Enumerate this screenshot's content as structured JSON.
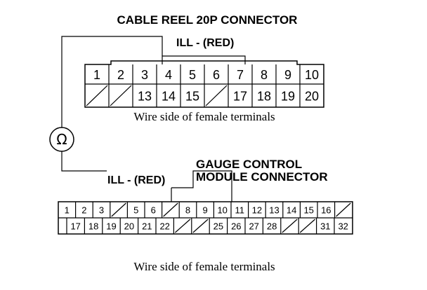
{
  "cable_reel": {
    "title": "CABLE REEL 20P CONNECTOR",
    "ill_label": "ILL - (RED)",
    "caption": "Wire side of female terminals",
    "top_row": [
      "1",
      "2",
      "3",
      "4",
      "5",
      "6",
      "7",
      "8",
      "9",
      "10"
    ],
    "bottom_row": [
      "",
      "",
      "13",
      "14",
      "15",
      "",
      "17",
      "18",
      "19",
      "20"
    ]
  },
  "meter": {
    "symbol": "Ω"
  },
  "gauge_module": {
    "title_line1": "GAUGE CONTROL",
    "title_line2": "MODULE CONNECTOR",
    "ill_label": "ILL - (RED)",
    "caption": "Wire side of female terminals",
    "top_row": [
      "1",
      "2",
      "3",
      "",
      "5",
      "6",
      "",
      "8",
      "9",
      "10",
      "11",
      "12",
      "13",
      "14",
      "15",
      "16",
      ""
    ],
    "bottom_row": [
      "17",
      "18",
      "19",
      "20",
      "21",
      "22",
      "",
      "",
      "25",
      "26",
      "27",
      "28",
      "",
      "",
      "31",
      "32"
    ]
  }
}
